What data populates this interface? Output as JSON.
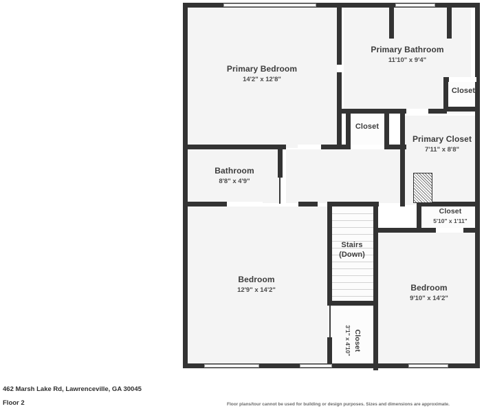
{
  "footer": {
    "address": "462 Marsh Lake Rd, Lawrenceville, GA 30045",
    "floor": "Floor 2",
    "disclaimer": "Floor plans/tour cannot be used for building or design purposes. Sizes and dimensions are approximate."
  },
  "rooms": [
    {
      "id": "primary_bedroom",
      "name": "Primary Bedroom",
      "dimensions": "14'2\" x 12'8\""
    },
    {
      "id": "primary_bathroom",
      "name": "Primary Bathroom",
      "dimensions": "11'10\" x 9'4\""
    },
    {
      "id": "closet_top_right",
      "name": "Closet",
      "dimensions": ""
    },
    {
      "id": "primary_closet",
      "name": "Primary Closet",
      "dimensions": "7'11\" x 8'8\""
    },
    {
      "id": "closet_center",
      "name": "Closet",
      "dimensions": ""
    },
    {
      "id": "bathroom",
      "name": "Bathroom",
      "dimensions": "8'8\" x 4'9\""
    },
    {
      "id": "closet_mid_right",
      "name": "Closet",
      "dimensions": "5'10\" x 1'11\""
    },
    {
      "id": "bedroom_left",
      "name": "Bedroom",
      "dimensions": "12'9\" x 14'2\""
    },
    {
      "id": "bedroom_right",
      "name": "Bedroom",
      "dimensions": "9'10\" x 14'2\""
    },
    {
      "id": "stairs",
      "name": "Stairs",
      "dimensions": "(Down)"
    },
    {
      "id": "closet_bottom",
      "name": "Closet",
      "dimensions": "3'1\" x 4'10\""
    }
  ],
  "colors": {
    "wall": "#333333",
    "room_fill": "#f4f4f4",
    "background": "#ffffff",
    "text": "#3c3c3c",
    "tread_line": "#d2d2d2"
  }
}
